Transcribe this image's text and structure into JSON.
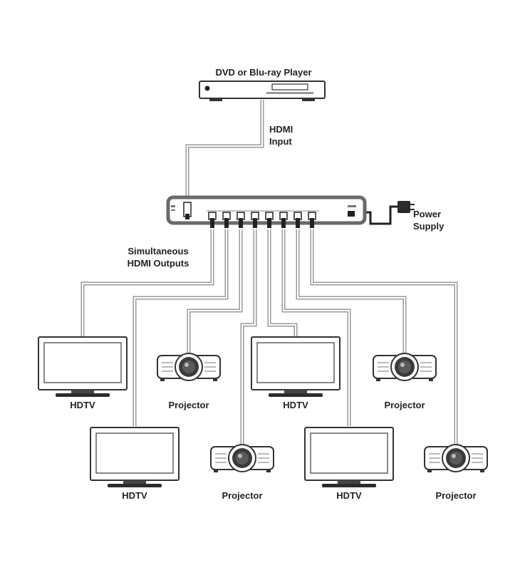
{
  "source": {
    "label": "DVD or Blu-ray Player"
  },
  "input_label": [
    "HDMI",
    "Input"
  ],
  "power_label": [
    "Power",
    "Supply"
  ],
  "outputs_label": [
    "Simultaneous",
    "HDMI Outputs"
  ],
  "displays": [
    {
      "type": "tv",
      "label": "HDTV"
    },
    {
      "type": "tv",
      "label": "HDTV"
    },
    {
      "type": "projector",
      "label": "Projector"
    },
    {
      "type": "projector",
      "label": "Projector"
    },
    {
      "type": "tv",
      "label": "HDTV"
    },
    {
      "type": "tv",
      "label": "HDTV"
    },
    {
      "type": "projector",
      "label": "Projector"
    },
    {
      "type": "projector",
      "label": "Projector"
    }
  ]
}
